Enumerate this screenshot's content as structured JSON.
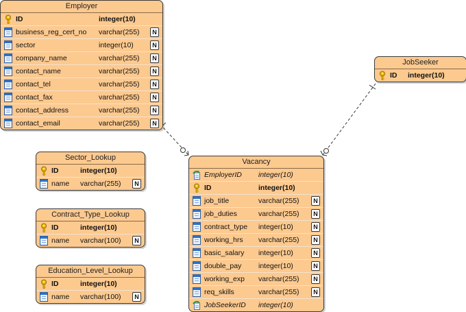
{
  "entities": {
    "employer": {
      "title": "Employer",
      "columns": [
        {
          "name": "ID",
          "type": "integer(10)",
          "kind": "pk",
          "nullable": ""
        },
        {
          "name": "business_reg_cert_no",
          "type": "varchar(255)",
          "kind": "col",
          "nullable": "N"
        },
        {
          "name": "sector",
          "type": "integer(10)",
          "kind": "col",
          "nullable": "N"
        },
        {
          "name": "company_name",
          "type": "varchar(255)",
          "kind": "col",
          "nullable": "N"
        },
        {
          "name": "contact_name",
          "type": "varchar(255)",
          "kind": "col",
          "nullable": "N"
        },
        {
          "name": "contact_tel",
          "type": "varchar(255)",
          "kind": "col",
          "nullable": "N"
        },
        {
          "name": "contact_fax",
          "type": "varchar(255)",
          "kind": "col",
          "nullable": "N"
        },
        {
          "name": "contact_address",
          "type": "varchar(255)",
          "kind": "col",
          "nullable": "N"
        },
        {
          "name": "contact_email",
          "type": "varchar(255)",
          "kind": "col",
          "nullable": "N"
        }
      ]
    },
    "jobseeker": {
      "title": "JobSeeker",
      "columns": [
        {
          "name": "ID",
          "type": "integer(10)",
          "kind": "pk",
          "nullable": ""
        }
      ]
    },
    "sector_lookup": {
      "title": "Sector_Lookup",
      "columns": [
        {
          "name": "ID",
          "type": "integer(10)",
          "kind": "pk",
          "nullable": ""
        },
        {
          "name": "name",
          "type": "varchar(255)",
          "kind": "col",
          "nullable": "N"
        }
      ]
    },
    "contract_type_lookup": {
      "title": "Contract_Type_Lookup",
      "columns": [
        {
          "name": "ID",
          "type": "integer(10)",
          "kind": "pk",
          "nullable": ""
        },
        {
          "name": "name",
          "type": "varchar(100)",
          "kind": "col",
          "nullable": "N"
        }
      ]
    },
    "education_level_lookup": {
      "title": "Education_Level_Lookup",
      "columns": [
        {
          "name": "ID",
          "type": "integer(10)",
          "kind": "pk",
          "nullable": ""
        },
        {
          "name": "name",
          "type": "varchar(100)",
          "kind": "col",
          "nullable": "N"
        }
      ]
    },
    "vacancy": {
      "title": "Vacancy",
      "columns": [
        {
          "name": "EmployerID",
          "type": "integer(10)",
          "kind": "fk",
          "nullable": ""
        },
        {
          "name": "ID",
          "type": "integer(10)",
          "kind": "pk",
          "nullable": ""
        },
        {
          "name": "job_title",
          "type": "varchar(255)",
          "kind": "col",
          "nullable": "N"
        },
        {
          "name": "job_duties",
          "type": "varchar(255)",
          "kind": "col",
          "nullable": "N"
        },
        {
          "name": "contract_type",
          "type": "integer(10)",
          "kind": "col",
          "nullable": "N"
        },
        {
          "name": "working_hrs",
          "type": "varchar(255)",
          "kind": "col",
          "nullable": "N"
        },
        {
          "name": "basic_salary",
          "type": "integer(10)",
          "kind": "col",
          "nullable": "N"
        },
        {
          "name": "double_pay",
          "type": "integer(10)",
          "kind": "col",
          "nullable": "N"
        },
        {
          "name": "working_exp",
          "type": "varchar(255)",
          "kind": "col",
          "nullable": "N"
        },
        {
          "name": "req_skills",
          "type": "varchar(255)",
          "kind": "col",
          "nullable": "N"
        },
        {
          "name": "JobSeekerID",
          "type": "integer(10)",
          "kind": "fk",
          "nullable": ""
        }
      ]
    }
  },
  "relationships": [
    {
      "from": "employer",
      "to": "vacancy",
      "style": "dashed"
    },
    {
      "from": "jobseeker",
      "to": "vacancy",
      "style": "dashed"
    }
  ],
  "colors": {
    "entity_fill": "#fcc98f",
    "border": "#3a3a3a",
    "pk_key": "#e8b400",
    "column_icon": "#2b73c9",
    "fk_icon": "#2f9a3e"
  }
}
